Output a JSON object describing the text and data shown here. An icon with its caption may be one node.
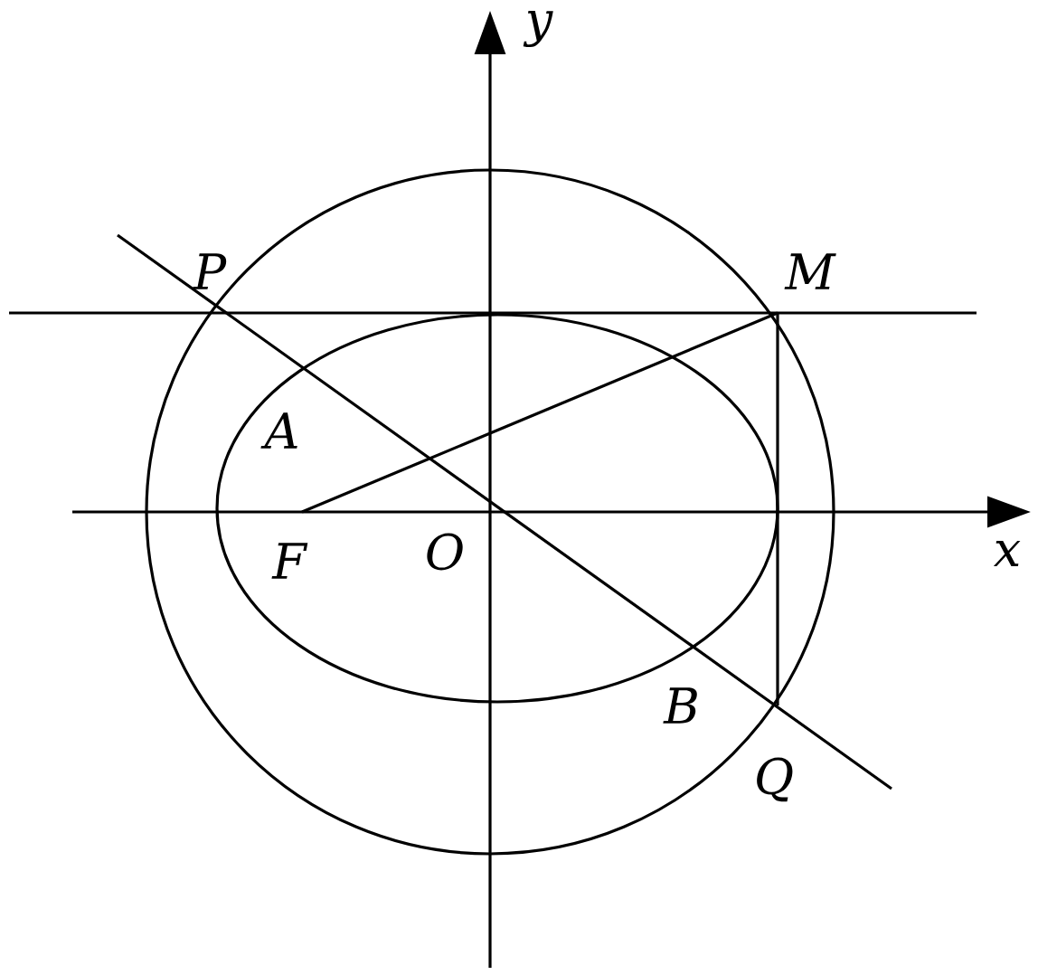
{
  "diagram": {
    "labels": [
      "y",
      "P",
      "M",
      "A",
      "F",
      "O",
      "x",
      "B",
      "Q"
    ]
  }
}
